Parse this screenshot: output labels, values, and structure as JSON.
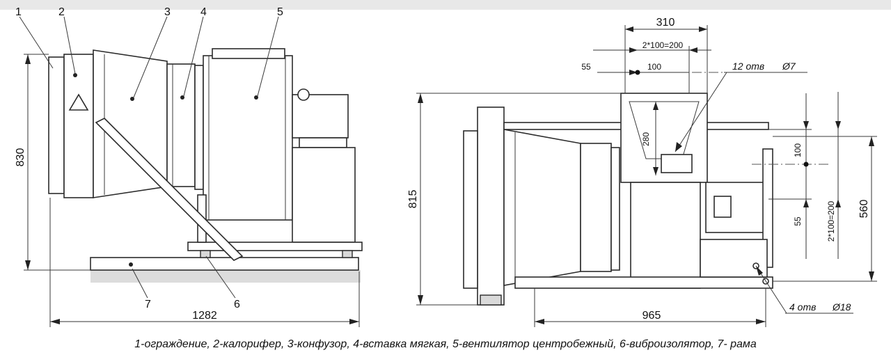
{
  "callouts": [
    "1",
    "2",
    "3",
    "4",
    "5",
    "6",
    "7"
  ],
  "dimensions": {
    "left_height": "830",
    "left_width": "1282",
    "right_height": "815",
    "right_width": "965",
    "top_310": "310",
    "top_pitch": "2*100=200",
    "top_100": "100",
    "top_55": "55",
    "holes_top": "12 отв",
    "holes_top_dia": "Ø7",
    "opening_280": "280",
    "side_100": "100",
    "side_55": "55",
    "side_pitch": "2*100=200",
    "side_560": "560",
    "holes_bottom": "4 отв",
    "holes_bottom_dia": "Ø18"
  },
  "caption": "1-ограждение, 2-калорифер, 3-конфузор, 4-вставка мягкая, 5-вентилятор центробежный, 6-виброизолятор, 7- рама"
}
